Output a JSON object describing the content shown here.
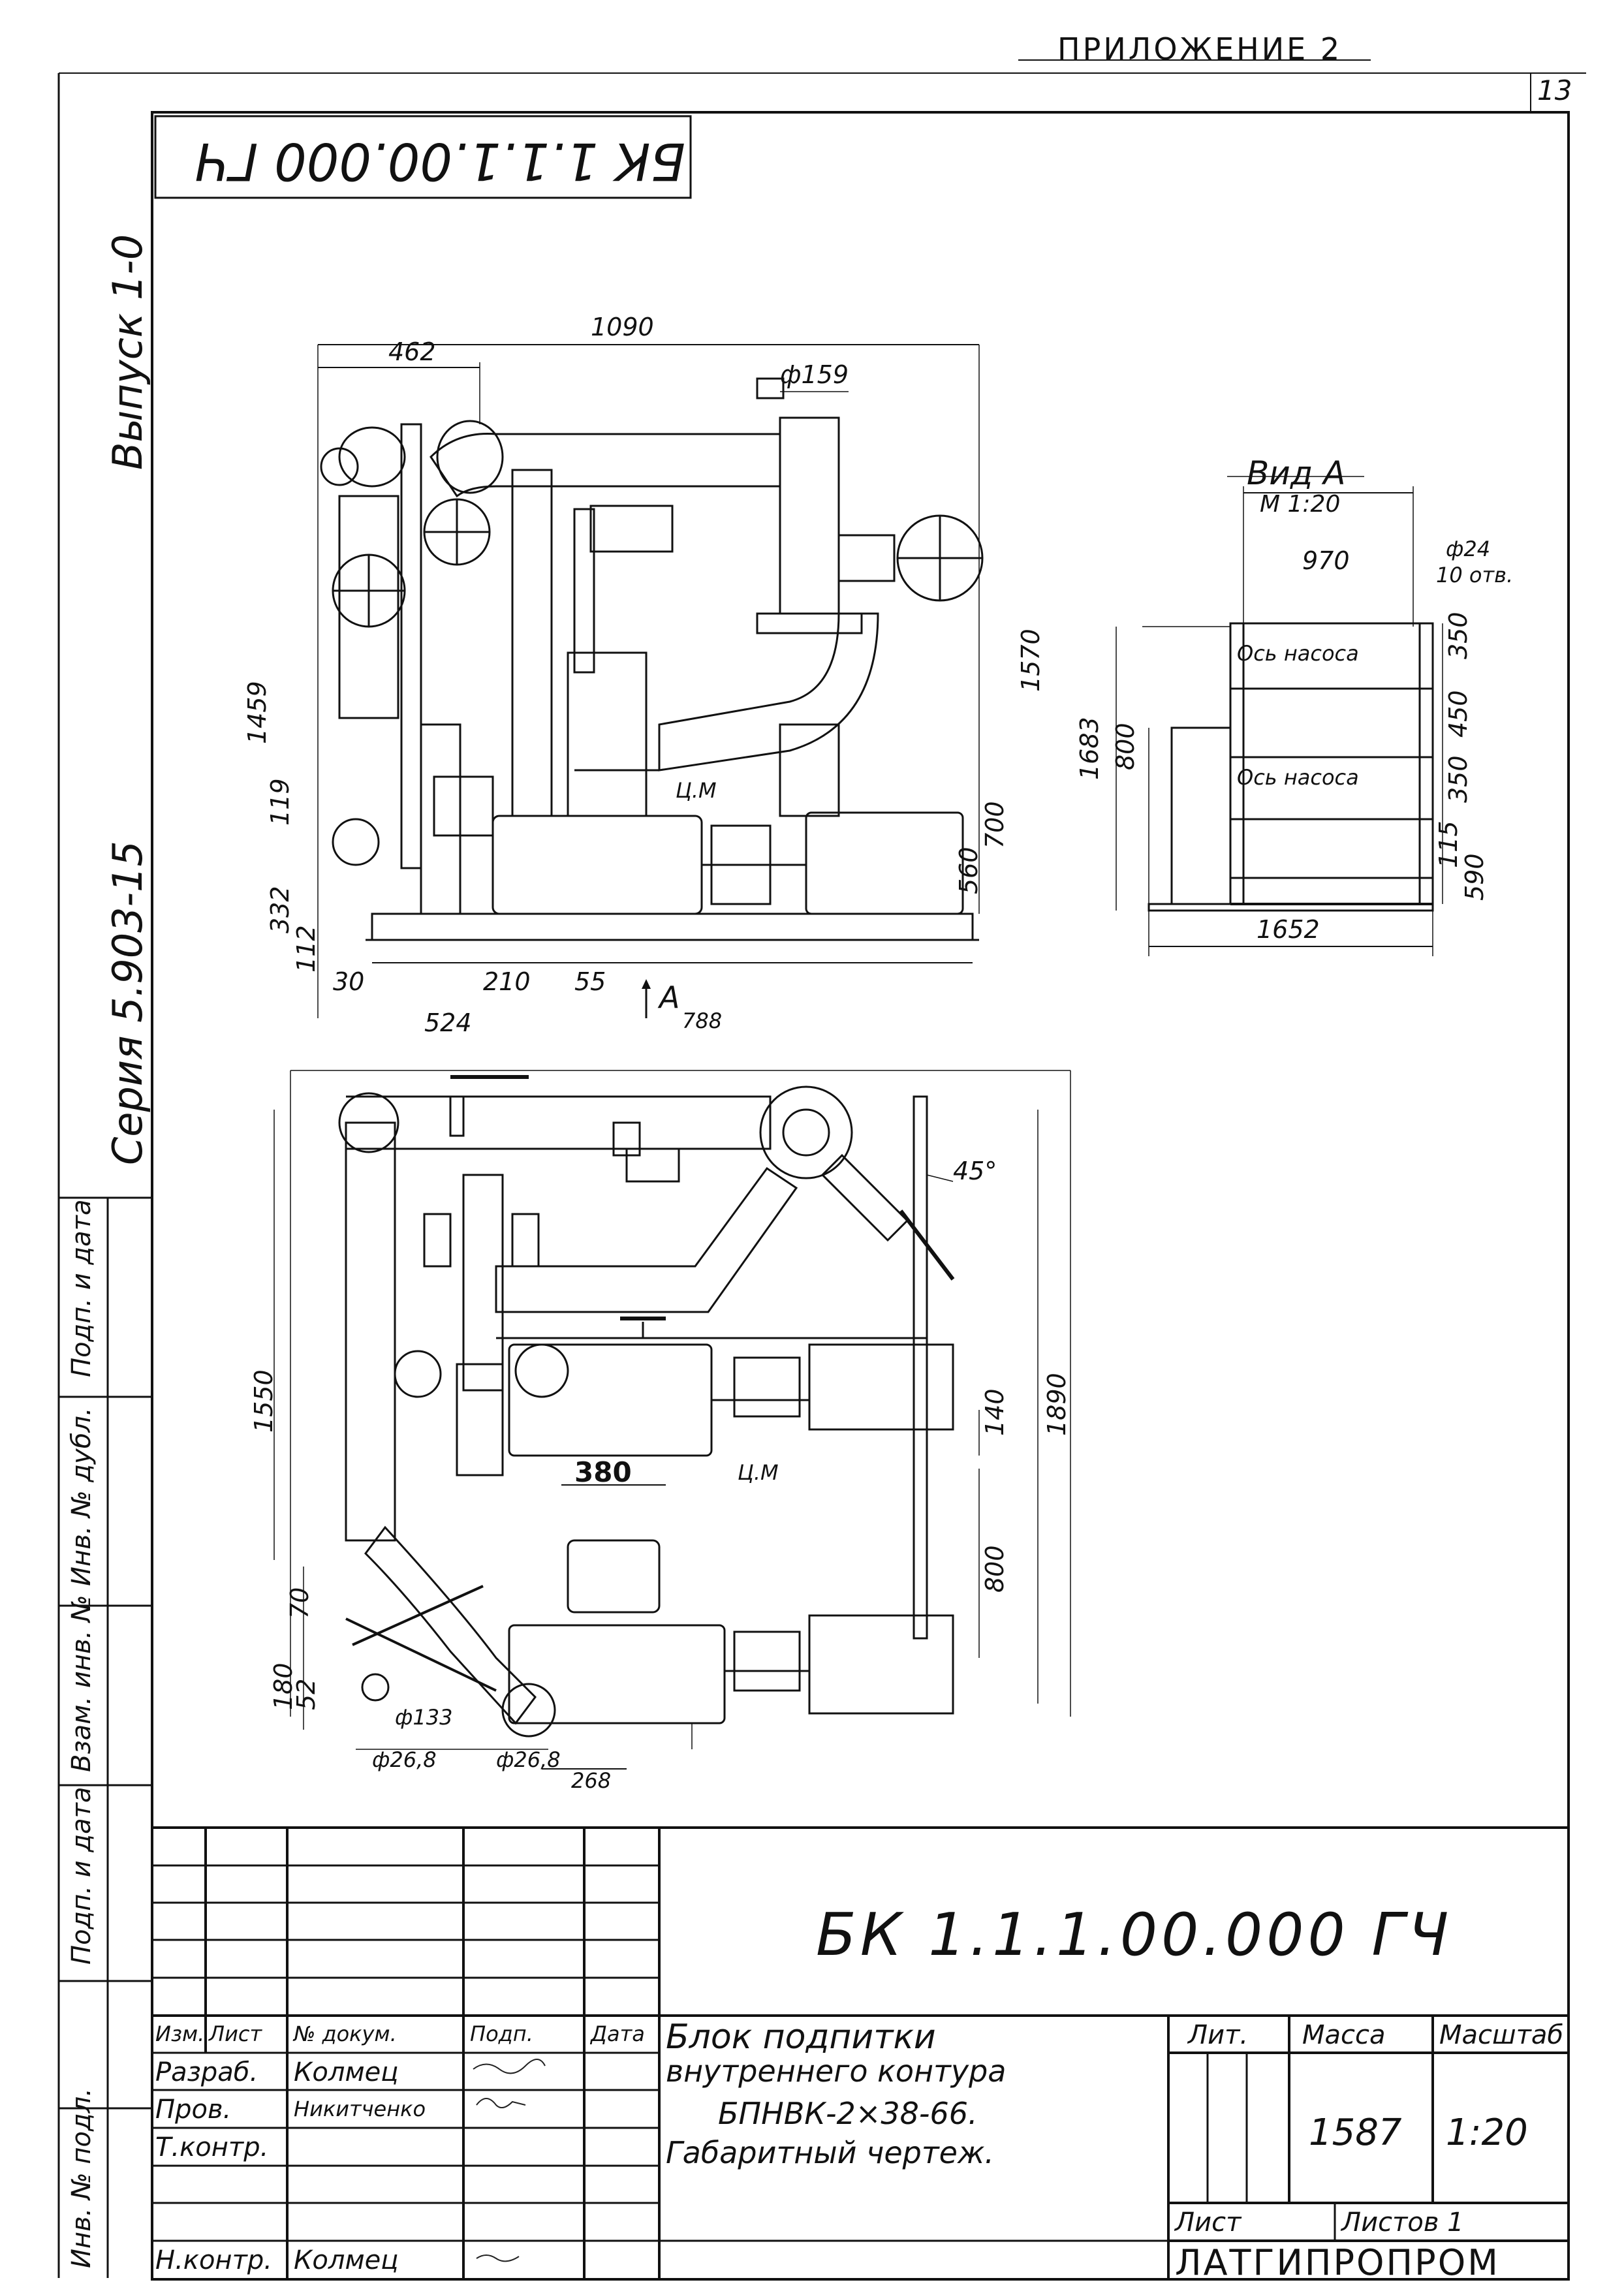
{
  "header": {
    "appendix": "ПРИЛОЖЕНИЕ 2",
    "sheet_number": "13"
  },
  "stamp_mirrored": "БК 1.1.1.00.000 ГЧ",
  "side_labels": {
    "issue": "Выпуск 1-0",
    "series": "Серия 5.903-15"
  },
  "left_margin_labels": [
    "Подп. и дата",
    "Инв. № дубл.",
    "Взам. инв. №",
    "Подп. и дата",
    "Инв. № подл."
  ],
  "front_view": {
    "dims": {
      "total_width": "1090",
      "width_462": "462",
      "dia_159": "ф159",
      "height_1459": "1459",
      "height_1570": "1570",
      "d_119": "119",
      "d_332": "332",
      "d_112": "112",
      "d_700": "700",
      "d_560": "560",
      "d_30": "30",
      "d_210": "210",
      "d_55": "55",
      "d_524": "524",
      "d_788": "788",
      "mark_a": "А",
      "cm": "Ц.М"
    }
  },
  "view_a": {
    "title": "Вид А",
    "scale": "М 1:20",
    "dims": {
      "w_970": "970",
      "holes": "ф24",
      "holes_count": "10 отв.",
      "h_1683": "1683",
      "h_800": "800",
      "r_350a": "350",
      "r_450": "450",
      "r_350b": "350",
      "r_115": "115",
      "r_590": "590",
      "w_1652": "1652"
    },
    "pump_axis_1": "Ось насоса",
    "pump_axis_2": "Ось насоса"
  },
  "plan_view": {
    "dims": {
      "angle": "45°",
      "d_1550": "1550",
      "d_1890": "1890",
      "d_140": "140",
      "d_380": "380",
      "cm": "Ц.М",
      "d_800": "800",
      "d_70": "70",
      "d_180": "180",
      "d_52": "52",
      "d_133": "ф133",
      "d_26_8a": "ф26,8",
      "d_26_8b": "ф26,8",
      "d_268": "268"
    }
  },
  "title_block": {
    "designation": "БК 1.1.1.00.000 ГЧ",
    "name_line1": "Блок подпитки",
    "name_line2": "внутреннего контура",
    "name_line3": "БПНВК-2×38-66.",
    "name_line4": "Габаритный чертеж.",
    "col_lit": "Лит.",
    "col_mass": "Масса",
    "col_scale": "Масштаб",
    "mass_value": "1587",
    "scale_value": "1:20",
    "sheet_label": "Лист",
    "sheets_label": "Листов 1",
    "organization": "ЛАТГИПРОПРОМ",
    "columns": [
      "Изм.",
      "Лист",
      "№ докум.",
      "Подп.",
      "Дата"
    ],
    "rows": [
      {
        "role": "Разраб.",
        "name": "Колмец"
      },
      {
        "role": "Пров.",
        "name": "Никитченко"
      },
      {
        "role": "Т.контр.",
        "name": ""
      },
      {
        "role": "Н.контр.",
        "name": "Колмец"
      }
    ]
  }
}
